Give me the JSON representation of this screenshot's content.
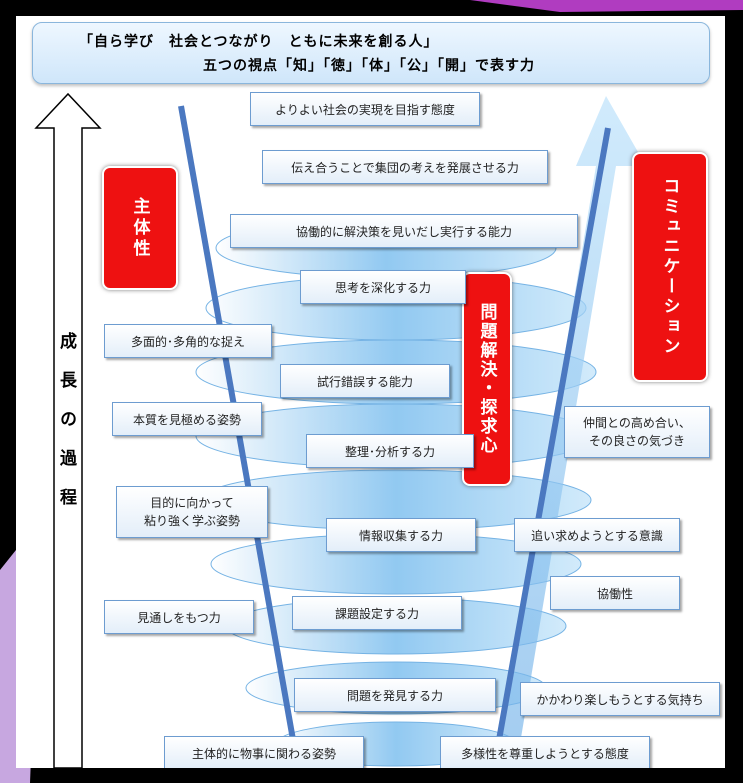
{
  "title": {
    "line1": "「自ら学び　社会とつながり　ともに未来を創る人」",
    "line2": "五つの視点「知」「徳」「体」「公」「開」で表す力"
  },
  "growth_axis_label": "成長の過程",
  "categories": {
    "subjectivity": "主体性",
    "problem_solving": "問題解決・探求心",
    "communication": "コミュニケーション"
  },
  "center_boxes": [
    "よりよい社会の実現を目指す態度",
    "伝え合うことで集団の考えを発展させる力",
    "協働的に解決策を見いだし実行する能力",
    "思考を深化する力",
    "試行錯誤する能力",
    "整理･分析する力",
    "情報収集する力",
    "課題設定する力",
    "問題を発見する力"
  ],
  "left_boxes": {
    "multi": "多面的･多角的な捉え",
    "essence": "本質を見極める姿勢",
    "goal_line1": "目的に向かって",
    "goal_line2": "粘り強く学ぶ姿勢",
    "foresight": "見通しをもつ力",
    "engage": "主体的に物事に関わる姿勢"
  },
  "right_boxes": {
    "peers_line1": "仲間との高め合い、",
    "peers_line2": "その良さの気づき",
    "pursue": "追い求めようとする意識",
    "cooperation": "協働性",
    "enjoy": "かかわり楽しもうとする気持ち",
    "diversity": "多様性を尊重しようとする態度"
  },
  "colors": {
    "category_red": "#ee1111",
    "line_blue": "#4b78c0",
    "spiral_blue": "#aad4f3",
    "box_border": "#6d9cd0"
  }
}
